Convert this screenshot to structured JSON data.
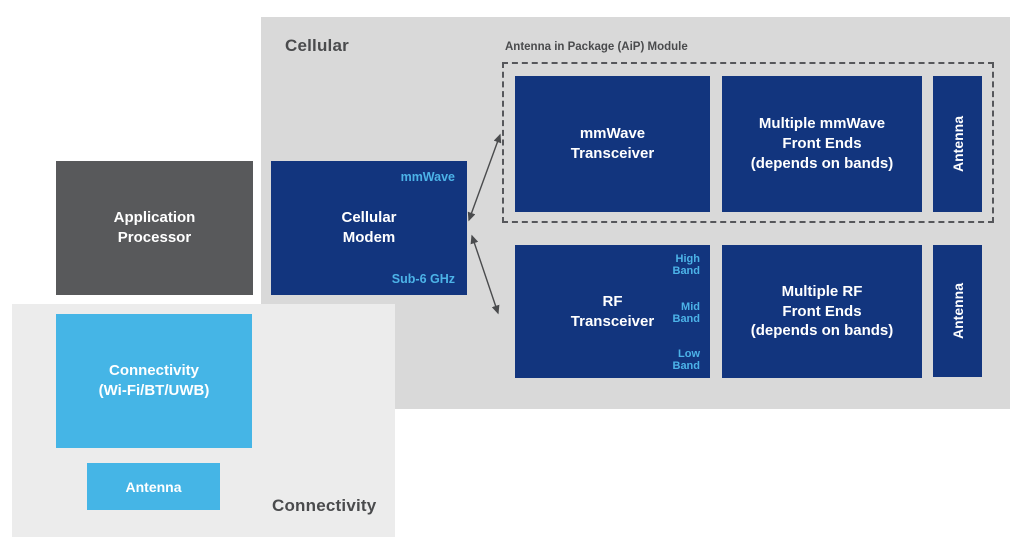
{
  "colors": {
    "navy": "#12357E",
    "light_blue": "#45B5E6",
    "accent_text_blue": "#4CB3E8",
    "dark_gray": "#58595B",
    "cellular_region_bg": "#D9D9D9",
    "connectivity_region_bg": "#ECECEC",
    "title_gray": "#4A4B4D"
  },
  "application_processor": {
    "label": "Application\nProcessor"
  },
  "cellular_region": {
    "title": "Cellular",
    "cellular_modem": {
      "label": "Cellular\nModem",
      "mmwave_tag": "mmWave",
      "sub6_tag": "Sub-6 GHz"
    },
    "aip_module": {
      "title": "Antenna in Package (AiP) Module",
      "mmwave_transceiver": "mmWave\nTransceiver",
      "mmwave_front_ends": "Multiple mmWave\nFront Ends\n(depends on bands)",
      "antenna": "Antenna"
    },
    "rf_chain": {
      "rf_transceiver": "RF\nTransceiver",
      "bands": [
        "High\nBand",
        "Mid\nBand",
        "Low\nBand"
      ],
      "rf_front_ends": "Multiple RF\nFront Ends\n(depends on bands)",
      "antenna": "Antenna"
    }
  },
  "connectivity_region": {
    "title": "Connectivity",
    "connectivity_block": "Connectivity\n(Wi-Fi/BT/UWB)",
    "antenna": "Antenna"
  }
}
